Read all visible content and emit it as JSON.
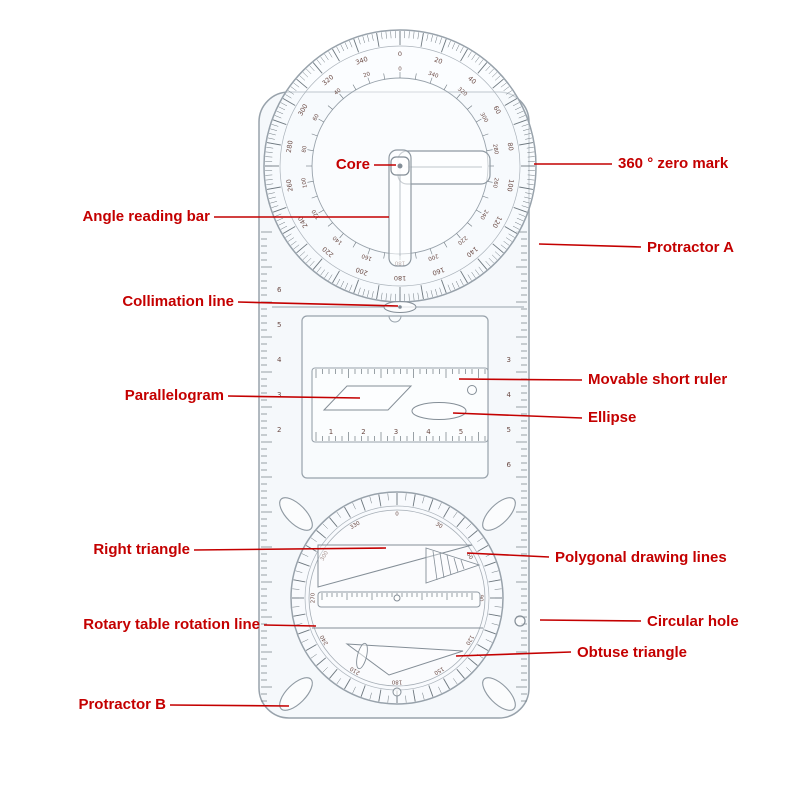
{
  "labels": {
    "core": "Core",
    "zero_mark": "360 ° zero mark",
    "angle_reading_bar": "Angle reading bar",
    "protractor_a": "Protractor A",
    "collimation_line": "Collimation line",
    "movable_short_ruler": "Movable short ruler",
    "parallelogram": "Parallelogram",
    "ellipse": "Ellipse",
    "right_triangle": "Right triangle",
    "polygonal_drawing_lines": "Polygonal drawing lines",
    "rotary_table_rotation_line": "Rotary table rotation line",
    "circular_hole": "Circular hole",
    "obtuse_triangle": "Obtuse triangle",
    "protractor_b": "Protractor B"
  },
  "scales": {
    "protractor_a": {
      "tick_step_deg": 2,
      "major_step_deg": 10,
      "number_step_deg": 20,
      "range_deg": 360
    },
    "protractor_b": {
      "tick_step_deg": 5,
      "major_step_deg": 10,
      "number_step_deg": 30,
      "range_deg": 360
    },
    "short_ruler_numbers": [
      "1",
      "2",
      "3",
      "4",
      "5"
    ],
    "left_edge_numbers": [
      "6",
      "5",
      "4",
      "3",
      "2"
    ],
    "right_edge_numbers": [
      "3",
      "4",
      "5",
      "6"
    ]
  },
  "colors": {
    "label_text": "#c40000",
    "leader_line": "#c40000",
    "tool_outline": "#98a2ab",
    "scale_print": "#6b4b45",
    "tick": "#6f7980",
    "background": "#ffffff"
  }
}
